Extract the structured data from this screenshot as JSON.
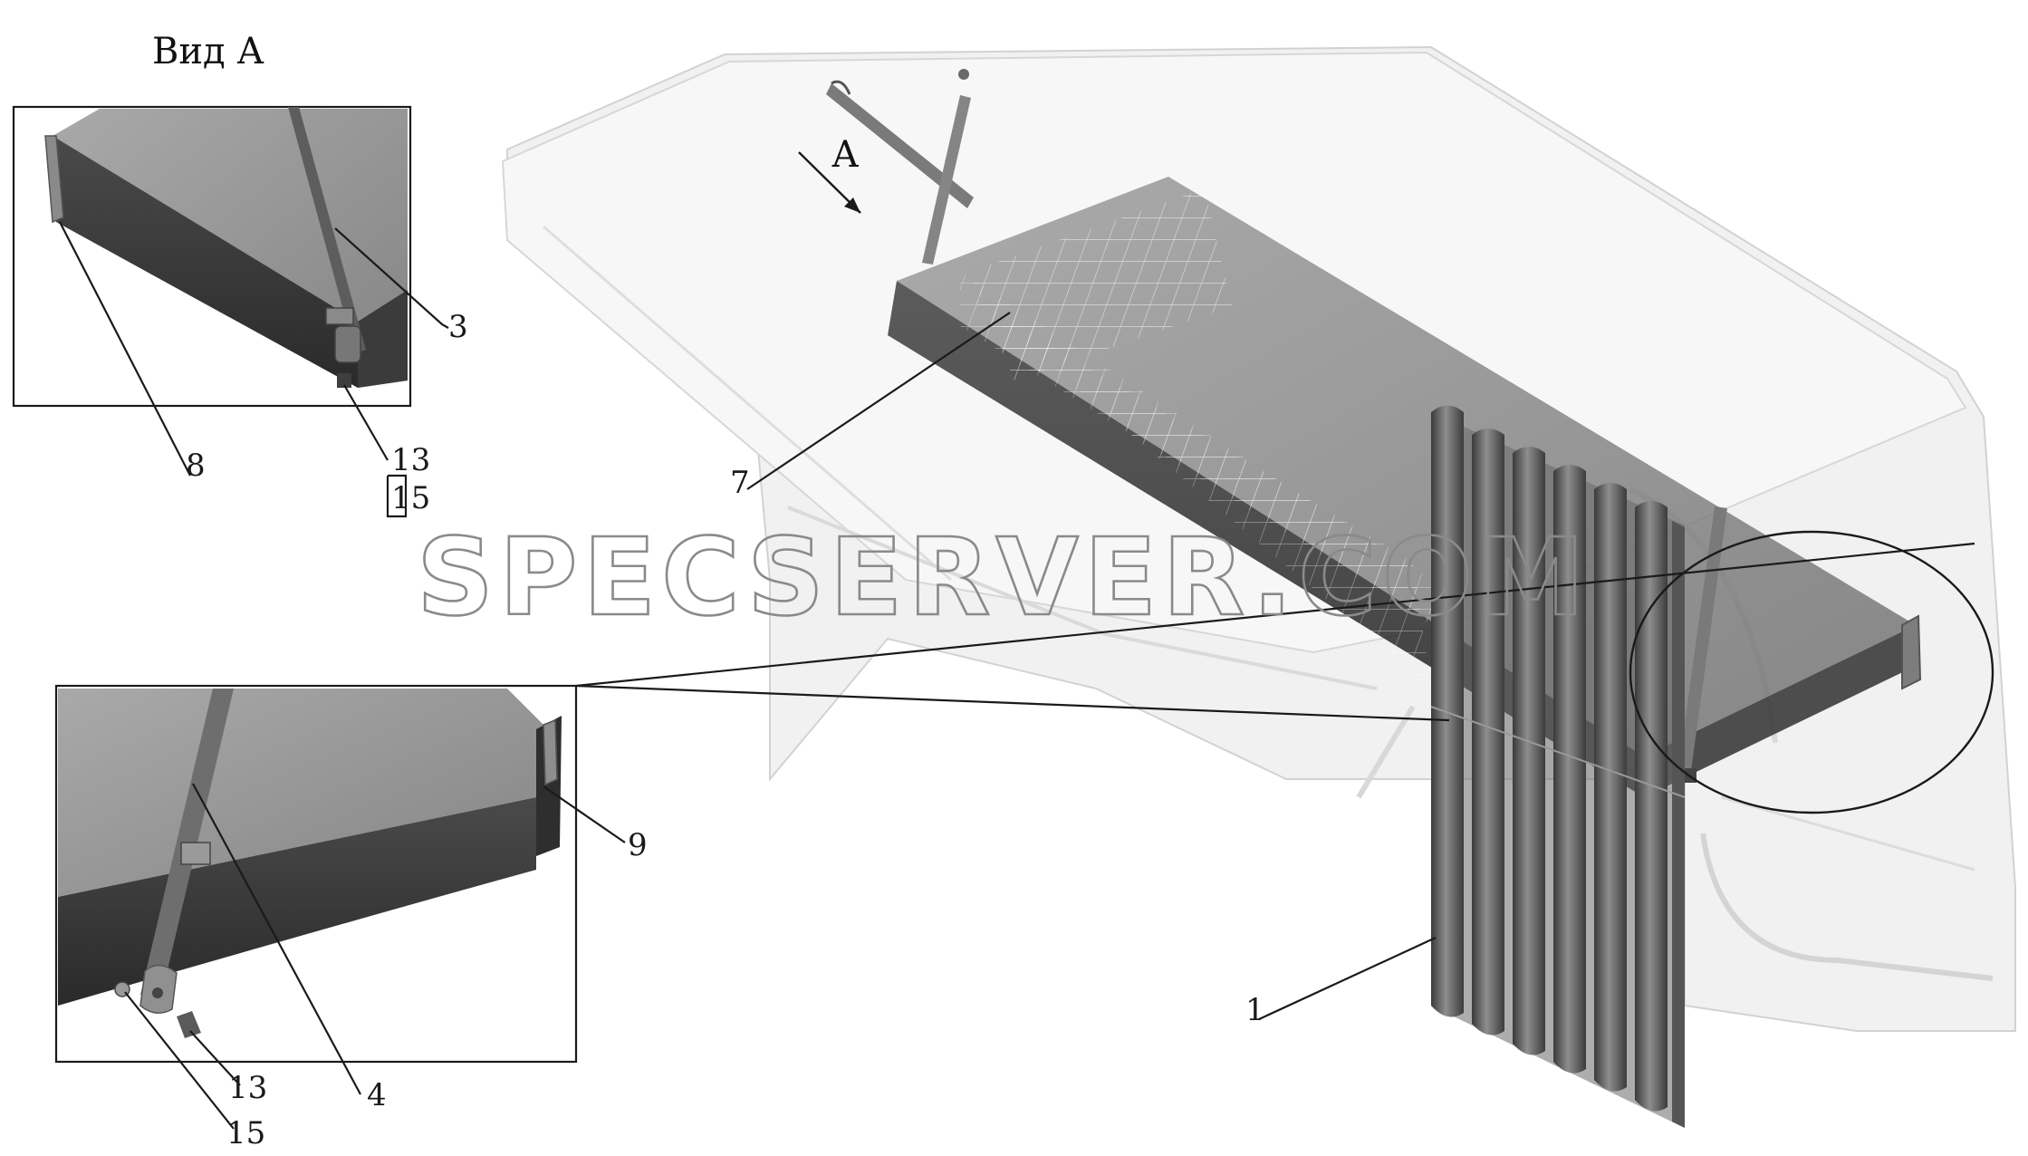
{
  "view_title": "Вид А",
  "view_arrow_label": "А",
  "watermark": "SPECSERVER.COM",
  "callouts": {
    "c1": "1",
    "c3": "3",
    "c4": "4",
    "c7": "7",
    "c8": "8",
    "c9": "9",
    "c13_inset_a": "13",
    "c15_inset_a": "15",
    "c13_inset_b": "13",
    "c15_inset_b": "15"
  }
}
